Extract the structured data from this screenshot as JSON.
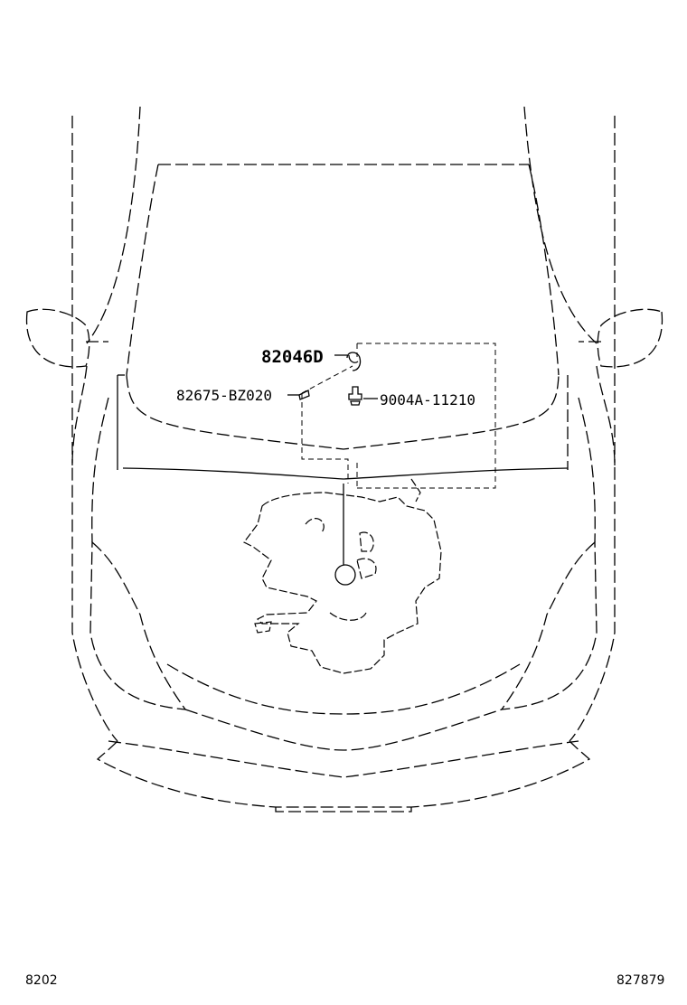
{
  "diagram": {
    "parts": [
      {
        "part_no": "82046D"
      },
      {
        "part_no": "82675-BZ020"
      },
      {
        "part_no": "9004A-11210"
      }
    ]
  },
  "footer": {
    "page_code": "8202",
    "diagram_id": "827879"
  }
}
